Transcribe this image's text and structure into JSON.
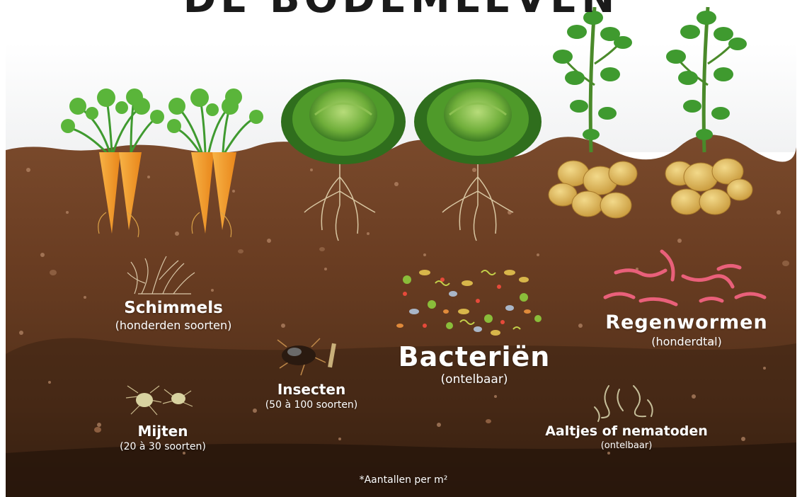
{
  "poster": {
    "title": "DE BODEMLEVEN"
  },
  "organisms": {
    "fungi": {
      "name": "Schimmels",
      "count": "(honderden soorten)"
    },
    "mites": {
      "name": "Mijten",
      "count": "(20 à 30 soorten)"
    },
    "insects": {
      "name": "Insecten",
      "count": "(50 à 100 soorten)"
    },
    "bacteria": {
      "name": "Bacteriën",
      "count": "(ontelbaar)"
    },
    "earthworms": {
      "name": "Regenwormen",
      "count": "(honderdtal)"
    },
    "nematodes": {
      "name": "Aaltjes of nematoden",
      "count": "(ontelbaar)"
    }
  },
  "footnote": "*Aantallen per m²",
  "colors": {
    "soil_top": "#7a4a2c",
    "soil_mid": "#5a321c",
    "soil_bottom": "#2e1a0e",
    "carrot": "#f39a24",
    "cabbage": "#4f9a2a",
    "potato": "#d9b45a",
    "worm": "#e9607a",
    "leaf": "#3f9a2f",
    "label": "#ffffff"
  }
}
